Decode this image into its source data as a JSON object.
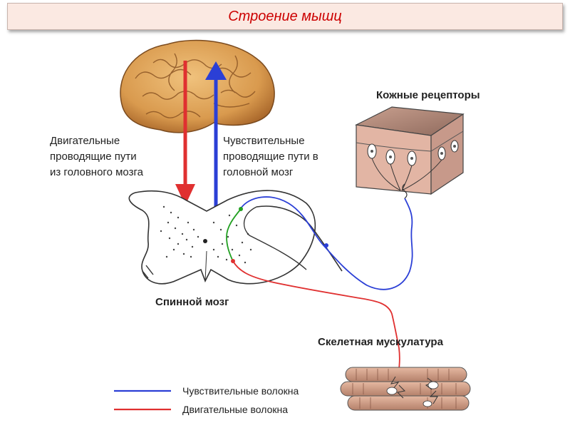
{
  "slide_title": "Строение мышц",
  "labels": {
    "motor_paths": [
      "Двигательные",
      "проводящие пути",
      "из головного мозга"
    ],
    "sensory_paths": [
      "Чувствительные",
      "проводящие пути в",
      "головной мозг"
    ],
    "skin_receptors": "Кожные рецепторы",
    "spinal_cord": "Спинной мозг",
    "skeletal_muscles": "Скелетная мускулатура"
  },
  "legend": {
    "items": [
      {
        "label": "Чувствительные волокна",
        "color": "#2b3fd6"
      },
      {
        "label": "Двигательные волокна",
        "color": "#e03030"
      }
    ]
  },
  "colors": {
    "sensory": "#2b3fd6",
    "motor": "#e03030",
    "interneuron": "#22a022",
    "brain": "#d99a4e",
    "skin": "#d5a99a"
  }
}
